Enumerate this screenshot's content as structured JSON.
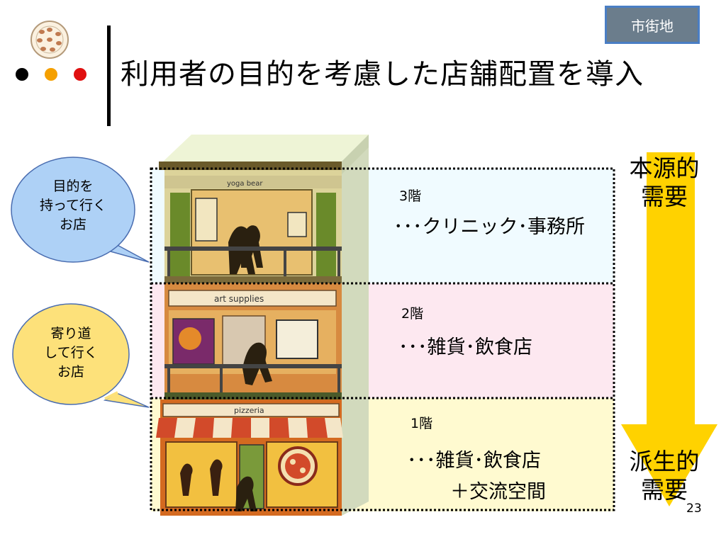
{
  "header": {
    "tag": "市街地",
    "title": "利用者の目的を考慮した店舗配置を導入"
  },
  "dots": {
    "colors": [
      "#000000",
      "#f5a000",
      "#e01010"
    ]
  },
  "bubbles": [
    {
      "lines": [
        "目的を",
        "持って行く",
        "お店"
      ],
      "color": "#aed1f6"
    },
    {
      "lines": [
        "寄り道",
        "して行く",
        "お店"
      ],
      "color": "#fde17a"
    }
  ],
  "floors": [
    {
      "label": "3階",
      "desc": [
        "･･･クリニック･事務所"
      ],
      "color": "#f0fbff"
    },
    {
      "label": "2階",
      "desc": [
        "･･･雑貨･飲食店"
      ],
      "color": "#fde8f0"
    },
    {
      "label": "1階",
      "desc": [
        "･･･雑貨･飲食店",
        "　＋交流空間"
      ],
      "color": "#fffad0"
    }
  ],
  "store_signs": {
    "top": "yoga bear",
    "middle": "art supplies",
    "bottom": "pizzeria"
  },
  "arrow": {
    "top": [
      "本源的",
      "需要"
    ],
    "bottom": [
      "派生的",
      "需要"
    ],
    "color": "#ffd200"
  },
  "page_number": "23"
}
